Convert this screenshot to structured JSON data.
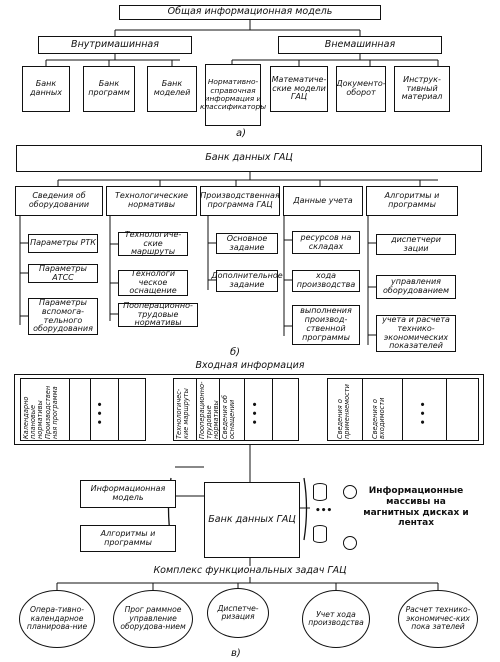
{
  "part_a": {
    "root": "Общая информационная модель",
    "left_group": "Внутримашинная",
    "right_group": "Внемашинная",
    "left_items": [
      "Банк данных",
      "Банк программ",
      "Банк моделей"
    ],
    "right_items": [
      "Нормативно-справочная информация и классификаторы",
      "Математиче-ские модели ГАЦ",
      "Документо-оборот",
      "Инструк-тивный материал"
    ],
    "caption": "а)"
  },
  "part_b": {
    "root": "Банк данных ГАЦ",
    "columns": [
      {
        "title": "Сведения об оборудовании",
        "items": [
          "Параметры РТК",
          "Параметры АТСС",
          "Параметры вспомога-тельного оборудования"
        ]
      },
      {
        "title": "Технологические нормативы",
        "items": [
          "Технологиче-ские маршруты",
          "Технологи ческое оснащение",
          "Пооперационно-трудовые нормативы"
        ]
      },
      {
        "title": "Производственная программа ГАЦ",
        "items": [
          "Основное задание",
          "Дополнительное задание"
        ]
      },
      {
        "title": "Данные учета",
        "items": [
          "ресурсов на складах",
          "хода производства",
          "выполнения производ-ственной программы"
        ]
      },
      {
        "title": "Алгоритмы и программы",
        "items": [
          "диспетчери зации",
          "управления оборудованием",
          "учета и расчета технико-экономических показателей"
        ]
      }
    ],
    "caption": "б)"
  },
  "part_c": {
    "input_title": "Входная информация",
    "group1": [
      "Календарно плановые нормативы",
      "Производствен ная программа"
    ],
    "group2": [
      "Технологичес-кие маршруты",
      "Пооперационно-трудовые нормативы",
      "Сведения об оснащении"
    ],
    "group3": [
      "Сведения о применяемости",
      "Сведения о входимости"
    ],
    "ellipsis": "• • •",
    "info_model": "Информационная модель",
    "algorithms": "Алгоритмы и программы",
    "bank": "Банк данных ГАЦ",
    "arrays_text": "Информационные массивы на магнитных дисках и лентах",
    "complex_title": "Комплекс функциональных задач ГАЦ",
    "tasks": [
      "Опера-тивно-календарное планирова-ние",
      "Прог раммное управление оборудова-нием",
      "Диспетче-ризация",
      "Учет хода производства",
      "Расчет технико-экономичес-ких пока зателей"
    ],
    "caption": "в)"
  }
}
